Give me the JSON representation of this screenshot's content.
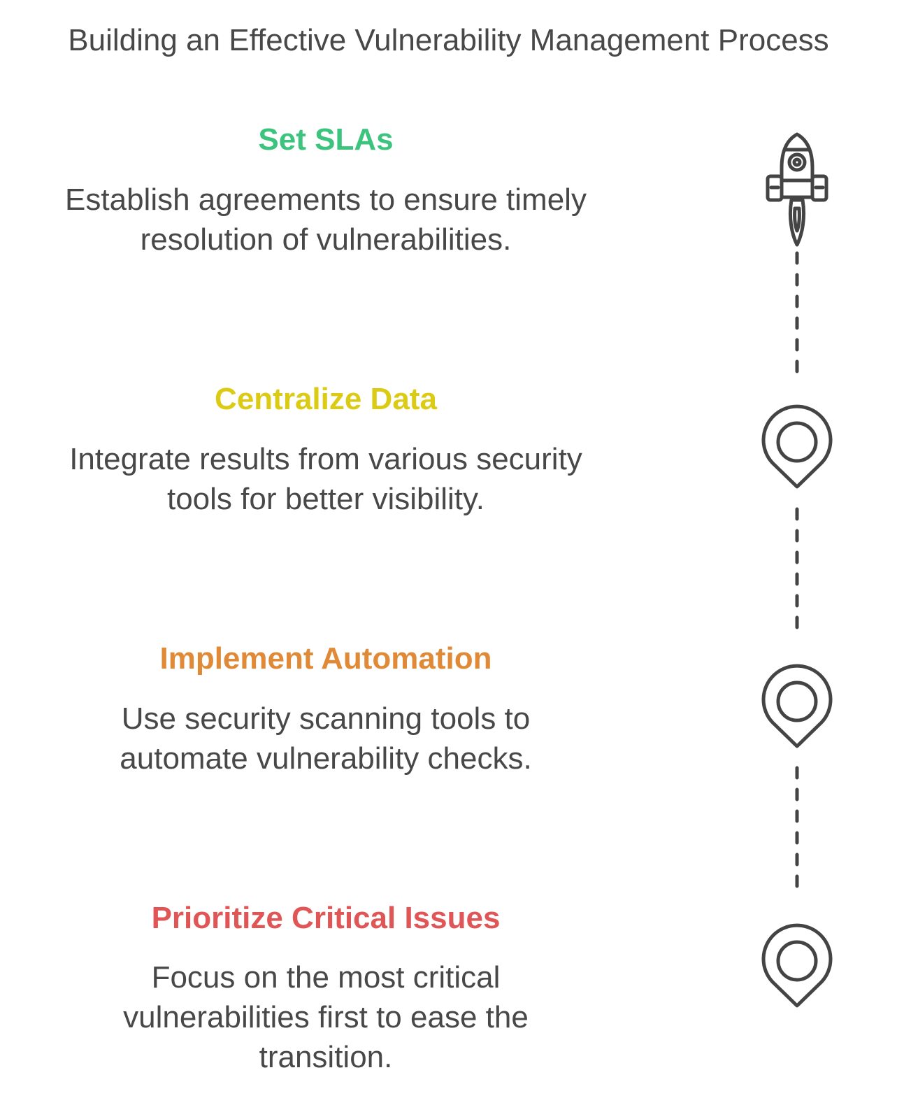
{
  "title": "Building an Effective Vulnerability Management Process",
  "steps": [
    {
      "title": "Set SLAs",
      "color": "#3CC47E",
      "icon": "rocket-icon",
      "desc": [
        "Establish agreements to ensure timely",
        "resolution of vulnerabilities."
      ]
    },
    {
      "title": "Centralize Data",
      "color": "#DCCB14",
      "icon": "location-pin-icon",
      "desc": [
        "Integrate results from various security",
        "tools for better visibility."
      ]
    },
    {
      "title": "Implement Automation",
      "color": "#E08A38",
      "icon": "location-pin-icon",
      "desc": [
        "Use security scanning tools to",
        "automate vulnerability checks."
      ]
    },
    {
      "title": "Prioritize Critical Issues",
      "color": "#E05656",
      "icon": "location-pin-icon",
      "desc": [
        "Focus on the most critical",
        "vulnerabilities first to ease the",
        "transition."
      ]
    }
  ]
}
